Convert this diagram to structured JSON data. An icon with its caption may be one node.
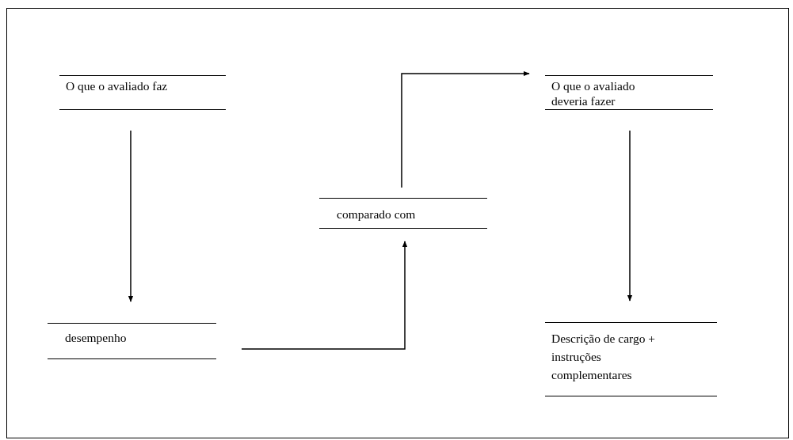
{
  "diagram": {
    "nodes": [
      {
        "text": [
          "O que o avaliado faz"
        ]
      },
      {
        "text": [
          "desempenho"
        ]
      },
      {
        "text": [
          "comparado com"
        ]
      },
      {
        "text": [
          "O que o avaliado deveria fazer"
        ]
      },
      {
        "text": [
          "Descrição de cargo + instruções complementares"
        ]
      }
    ],
    "edges": [
      {
        "from": 0,
        "to": 1,
        "arrow": "to"
      },
      {
        "from": 1,
        "to": 2,
        "arrow": "to"
      },
      {
        "from": 2,
        "to": 3,
        "arrow": "to"
      },
      {
        "from": 3,
        "to": 4,
        "arrow": "to"
      }
    ]
  }
}
